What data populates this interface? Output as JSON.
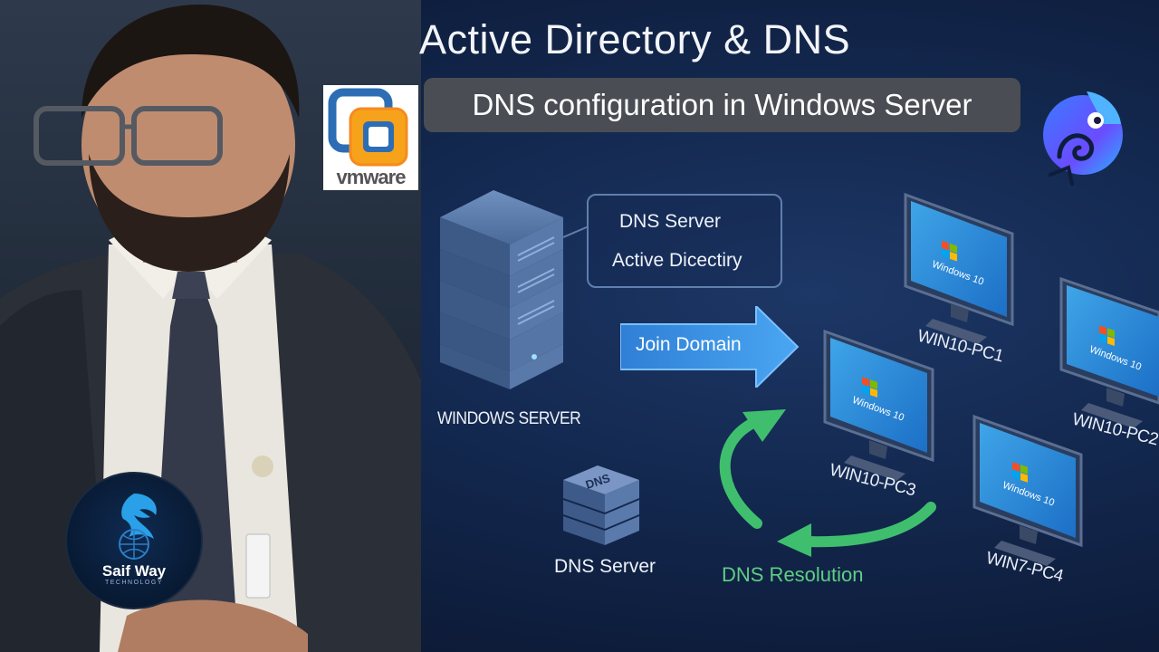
{
  "header": {
    "title": "Active Directory & DNS",
    "subtitle": "DNS configuration in Windows Server"
  },
  "logos": {
    "vmware": "vmware",
    "badge_name": "Saif Way",
    "badge_sub": "TECHNOLOGY"
  },
  "diagram": {
    "callout": [
      "DNS Server",
      "Active Dicectiry"
    ],
    "join_label": "Join Domain",
    "server_label": "WINDOWS SERVER",
    "dns_label": "DNS Server",
    "dns_icon_text": "DNS",
    "resolution_label": "DNS Resolution",
    "screen_os": "Windows 10",
    "pcs": [
      "WIN10-PC1",
      "WIN10-PC2",
      "WIN10-PC3",
      "WIN7-PC4"
    ]
  },
  "colors": {
    "background": "#142a52",
    "accent_green": "#3fbf6e",
    "arrow_blue": "#3a8ee6",
    "subtitle_box": "#4a4d53"
  }
}
